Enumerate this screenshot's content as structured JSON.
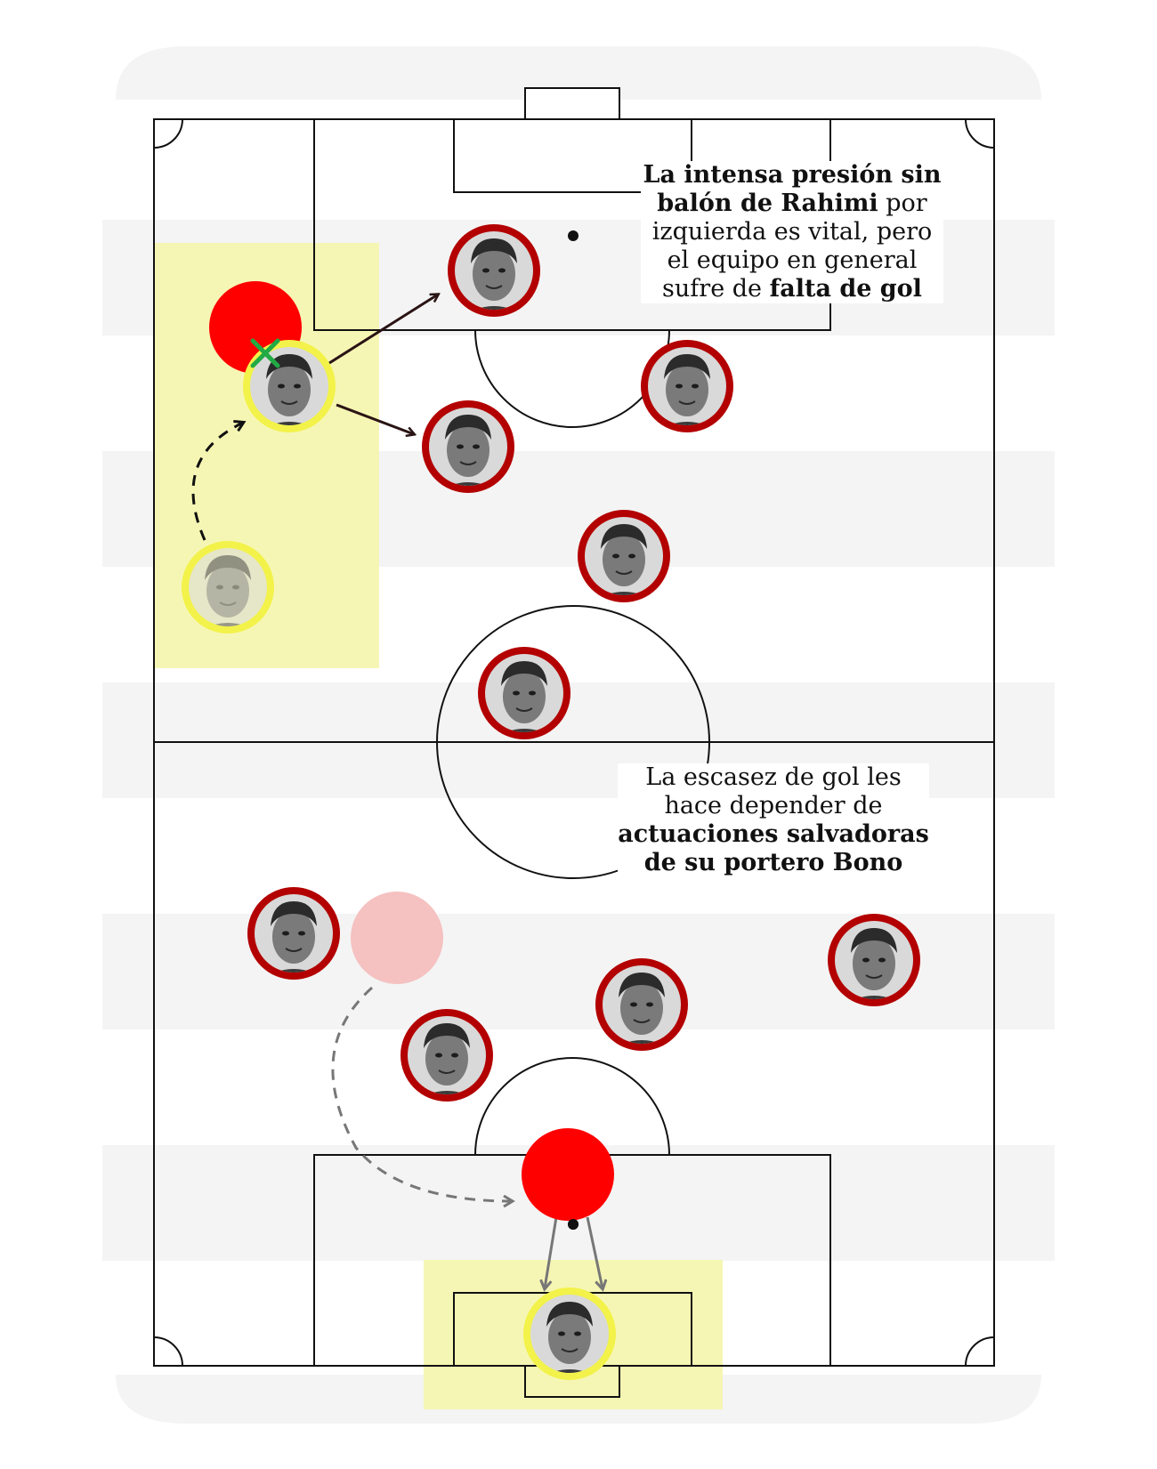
{
  "annotations": {
    "top": [
      {
        "text": "La intensa presión sin",
        "bold": true
      },
      {
        "text": "balón de Rahimi",
        "bold": true
      },
      {
        "text": " por",
        "bold": false
      },
      {
        "text": "izquierda es vital, pero",
        "bold": false
      },
      {
        "text": "el equipo en general",
        "bold": false
      },
      {
        "text": "sufre de ",
        "bold": false
      },
      {
        "text": "falta de gol",
        "bold": true
      }
    ],
    "bottom": [
      {
        "text": "La escasez de gol les",
        "bold": false
      },
      {
        "text": "hace depender de",
        "bold": false
      },
      {
        "text": "actuaciones salvadoras",
        "bold": true
      },
      {
        "text": "de su portero Bono",
        "bold": true
      }
    ]
  },
  "colors": {
    "player_ring": "#b30000",
    "highlight_ring": "#f2f24a",
    "highlight_zone": "#f6f6b4",
    "pressure_circle": "#ff0000",
    "ghost_circle": "#f5c1c1",
    "cross_marker": "#22aa44",
    "stripe": "#f4f4f4",
    "pitch_line": "#111111",
    "arrow_dark": "#2a1414",
    "arrow_grey": "#777777"
  },
  "players": [
    {
      "id": "top-forward",
      "role": "rival",
      "icon": "player-photo"
    },
    {
      "id": "top-right-mid",
      "role": "rival",
      "icon": "player-photo"
    },
    {
      "id": "rahimi",
      "role": "highlight",
      "icon": "player-photo"
    },
    {
      "id": "center-mid",
      "role": "rival",
      "icon": "player-photo"
    },
    {
      "id": "right-mid",
      "role": "rival",
      "icon": "player-photo"
    },
    {
      "id": "left-back-ghost",
      "role": "highlight-faded",
      "icon": "player-photo"
    },
    {
      "id": "center-attack",
      "role": "rival",
      "icon": "player-photo"
    },
    {
      "id": "left-def",
      "role": "rival",
      "icon": "player-photo"
    },
    {
      "id": "right-back",
      "role": "rival",
      "icon": "player-photo"
    },
    {
      "id": "center-def",
      "role": "rival",
      "icon": "player-photo"
    },
    {
      "id": "center-def-2",
      "role": "rival",
      "icon": "player-photo"
    },
    {
      "id": "bono",
      "role": "highlight-goalkeeper",
      "icon": "player-photo"
    }
  ]
}
